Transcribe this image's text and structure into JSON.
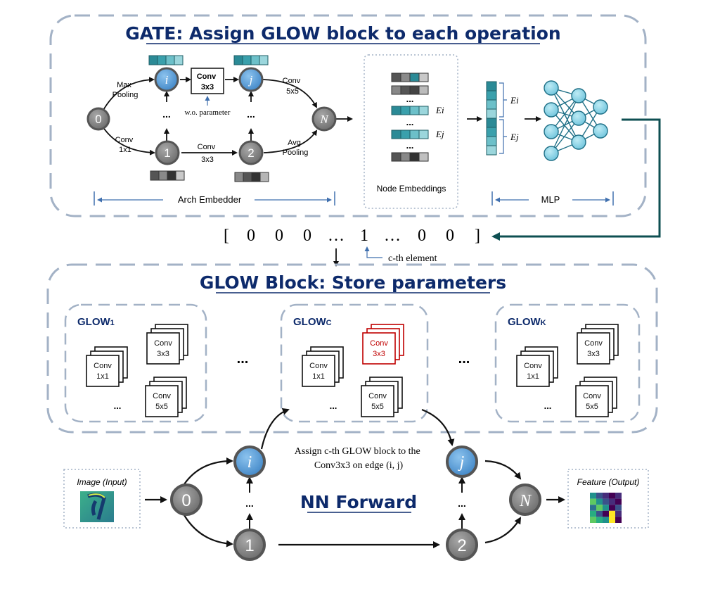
{
  "gate": {
    "title": "GATE: Assign GLOW block to each operation",
    "arch_embedder_label": "Arch Embedder",
    "node_embeddings_label": "Node Embeddings",
    "mlp_label": "MLP",
    "wo_parameter": "w.o. parameter",
    "ops": {
      "max_pooling": [
        "Max",
        "Pooling"
      ],
      "conv1x1": [
        "Conv",
        "1x1"
      ],
      "conv3x3_bottom": [
        "Conv",
        "3x3"
      ],
      "avg_pooling": [
        "Avg",
        "Pooling"
      ],
      "conv5x5": [
        "Conv",
        "5x5"
      ],
      "conv3x3_box": [
        "Conv",
        "3x3"
      ]
    },
    "nodes": {
      "n0": "0",
      "n1": "1",
      "n2": "2",
      "ni": "i",
      "nj": "j",
      "nN": "N"
    },
    "ellipsis": "...",
    "emb_labels": {
      "ei": "Ei",
      "ej": "Ej"
    },
    "mlp_labels": {
      "ei": "Ei",
      "ej": "Ej"
    }
  },
  "vector": {
    "elements": [
      "[",
      "0",
      "0",
      "0",
      "…",
      "1",
      "…",
      "0",
      "0",
      "]"
    ],
    "annotation": "c-th element"
  },
  "glow": {
    "title": "GLOW Block: Store parameters",
    "blocks": [
      {
        "name": "GLOW",
        "sub": "1",
        "ops": {
          "a": [
            "Conv",
            "1x1"
          ],
          "b": [
            "Conv",
            "3x3"
          ],
          "c": [
            "Conv",
            "5x5"
          ]
        },
        "highlight": false
      },
      {
        "name": "GLOW",
        "sub": "C",
        "ops": {
          "a": [
            "Conv",
            "1x1"
          ],
          "b": [
            "Conv",
            "3x3"
          ],
          "c": [
            "Conv",
            "5x5"
          ]
        },
        "highlight": true
      },
      {
        "name": "GLOW",
        "sub": "K",
        "ops": {
          "a": [
            "Conv",
            "1x1"
          ],
          "b": [
            "Conv",
            "3x3"
          ],
          "c": [
            "Conv",
            "5x5"
          ]
        },
        "highlight": false
      }
    ],
    "between_dots": "..."
  },
  "forward": {
    "title": "NN Forward",
    "input_label": "Image (Input)",
    "output_label": "Feature (Output)",
    "assign_text": [
      "Assign c-th GLOW block to the",
      "Conv3x3 on edge (i, j)"
    ],
    "nodes": {
      "n0": "0",
      "n1": "1",
      "n2": "2",
      "ni": "i",
      "nj": "j",
      "nN": "N"
    }
  },
  "colors": {
    "title_blue": "#0d2a6b",
    "teal": "#2b8a96",
    "node_blue": "#4f95cd",
    "node_gray": "#7a7a7a",
    "dashed_border": "#a3b2c6",
    "highlight_red": "#c00000",
    "arrow_dark_teal": "#0e4f52",
    "mlp_neuron": "#8fd1e3"
  }
}
